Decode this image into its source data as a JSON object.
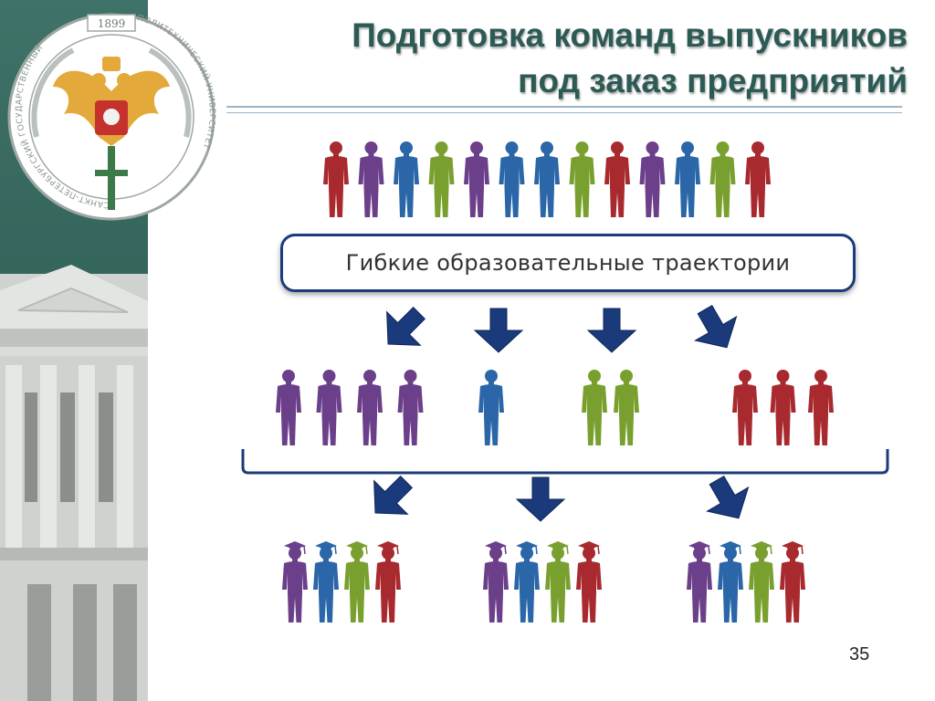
{
  "slide": {
    "title_line1": "Подготовка команд выпускников",
    "title_line2": "под заказ предприятий",
    "page_number": "35"
  },
  "emblem": {
    "year": "1899",
    "ring_text_left": "САНКТ-ПЕТЕРБУРГСКИЙ ГОСУДАРСТВЕННЫЙ",
    "ring_text_right": "ПОЛИТЕХНИЧЕСКИЙ УНИВЕРСИТЕТ"
  },
  "diagram": {
    "box_label": "Гибкие образовательные траектории",
    "colors": {
      "red": "#a82a2f",
      "purple": "#6b3f8a",
      "blue": "#2a66a8",
      "green": "#79a02f",
      "arrow": "#1a3a7c"
    },
    "top_row": [
      "red",
      "purple",
      "blue",
      "green",
      "purple",
      "blue",
      "blue",
      "green",
      "red",
      "purple",
      "blue",
      "green",
      "red"
    ],
    "middle_groups": [
      [
        "purple",
        "purple",
        "purple",
        "purple"
      ],
      [
        "blue"
      ],
      [
        "green",
        "green"
      ],
      [
        "red",
        "red",
        "red"
      ]
    ],
    "graduate_teams": [
      [
        "purple",
        "blue",
        "green",
        "red"
      ],
      [
        "purple",
        "blue",
        "green",
        "red"
      ],
      [
        "purple",
        "blue",
        "green",
        "red"
      ]
    ]
  }
}
